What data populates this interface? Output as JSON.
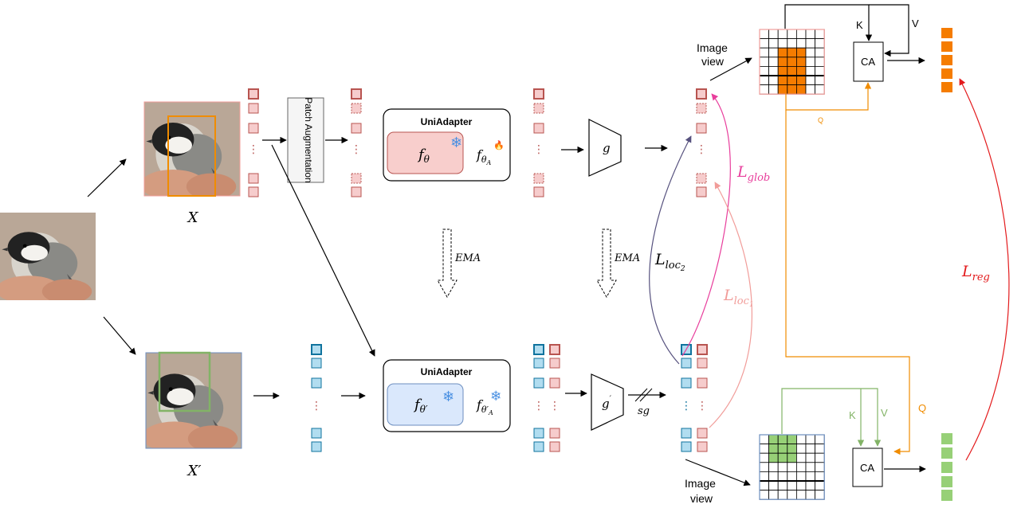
{
  "labels": {
    "x_view": "X",
    "x_prime_view": "X′",
    "patch_augmentation": "Patch Augmentation",
    "uniadapter": "UniAdapter",
    "f_theta": "f",
    "f_theta_sub": "θ",
    "f_theta_a": "f",
    "f_theta_a_sub": "θ",
    "f_theta_a_subsub": "A",
    "f_theta_prime": "f",
    "f_theta_prime_sub": "θ′",
    "f_theta_a_prime": "f",
    "f_theta_a_prime_sub": "θ′",
    "f_theta_a_prime_subsub": "A",
    "projector_g": "g",
    "projector_g_prime": "g",
    "prime_mark": "′",
    "ema_left": "EMA",
    "ema_right": "EMA",
    "stop_grad": "sg",
    "image_view_top_1": "Image",
    "image_view_top_2": "view",
    "image_view_bottom_1": "Image",
    "image_view_bottom_2": "view",
    "ca_top": "CA",
    "ca_bottom": "CA",
    "k_top": "K",
    "v_top": "V",
    "q_top": "Q",
    "k_bottom": "K",
    "v_bottom": "V",
    "q_bottom": "Q",
    "loss_glob": "L",
    "loss_glob_sub": "glob",
    "loss_loc2": "L",
    "loss_loc2_sub": "loc",
    "loss_loc2_subsub": "2",
    "loss_loc1": "L",
    "loss_loc1_sub": "loc",
    "loss_loc1_subsub": "1",
    "loss_reg": "L",
    "loss_reg_sub": "reg",
    "ellipsis": "⋮"
  },
  "icons": {
    "frozen": "snowflake-icon",
    "trainable": "fire-icon"
  },
  "colors": {
    "online_token": "#f6cccc",
    "online_token_border": "#b85450",
    "target_token": "#b1ddf0",
    "target_token_border": "#10739e",
    "glob_loss": "#e83e9c",
    "loc2_loss": "#56517e",
    "loc1_loss": "#f19c99",
    "reg_loss": "#e31a1c",
    "query_top": "#f08c00",
    "kv_bottom": "#82b366",
    "orange_feature": "#f57c00",
    "green_feature": "#97d077"
  }
}
